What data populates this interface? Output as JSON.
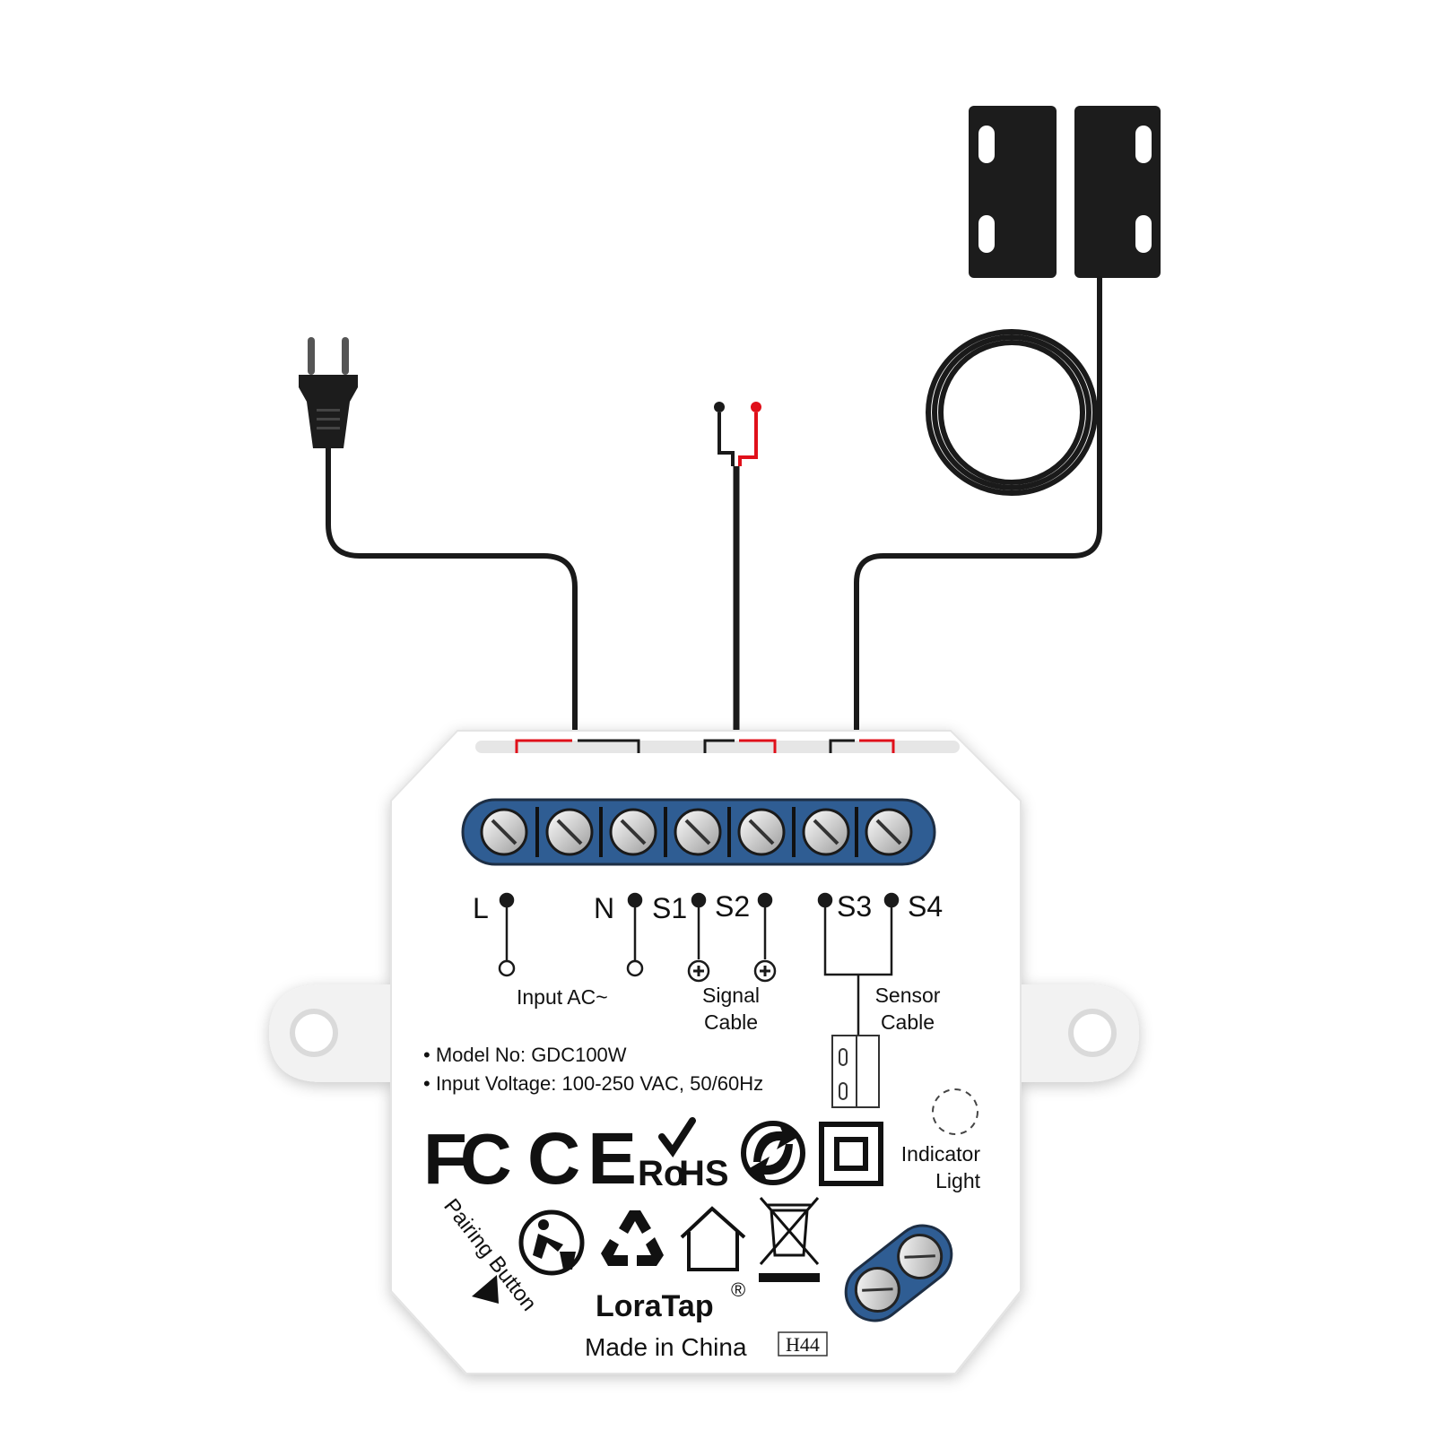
{
  "terminals": {
    "l": "L",
    "n": "N",
    "s1": "S1",
    "s2": "S2",
    "s3": "S3",
    "s4": "S4"
  },
  "labels": {
    "input_ac": "Input AC~",
    "signal_line1": "Signal",
    "signal_line2": "Cable",
    "sensor_line1": "Sensor",
    "sensor_line2": "Cable",
    "indicator_line1": "Indicator",
    "indicator_line2": "Light",
    "pairing": "Pairing Button"
  },
  "specs": {
    "model": "• Model No: GDC100W",
    "voltage": "• Input Voltage: 100-250 VAC, 50/60Hz"
  },
  "certifications": {
    "fcc": "FC",
    "ce": "CE",
    "rohs_ro": "Ro",
    "rohs_hs": "HS"
  },
  "brand": {
    "name": "LoraTap",
    "registered": "®",
    "made_in": "Made in China",
    "code": "H44"
  },
  "colors": {
    "wire_black": "#1a1a1a",
    "wire_red": "#e0101a",
    "terminal_blue": "#2f5d93",
    "housing": "#ffffff",
    "sensor_body": "#1c1c1c"
  }
}
